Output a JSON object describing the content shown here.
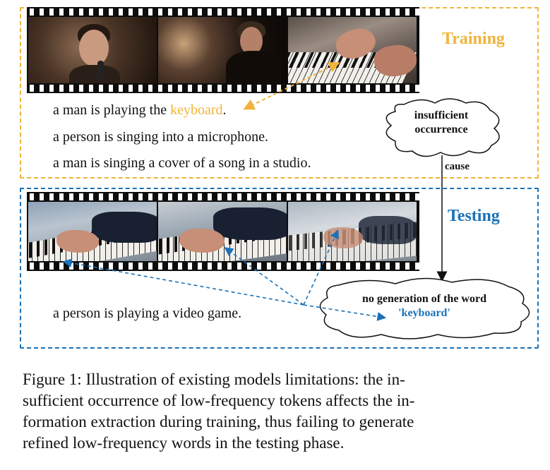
{
  "training": {
    "label": "Training",
    "captions": [
      {
        "before": "a man is playing the ",
        "keyword": "keyboard",
        "after": "."
      },
      {
        "text": "a person is singing into a microphone."
      },
      {
        "text": "a man is singing a cover of a song in a studio."
      }
    ]
  },
  "testing": {
    "label": "Testing",
    "caption": "a person is playing a video game."
  },
  "clouds": {
    "insufficient": {
      "line1": "insufficient",
      "line2": "occurrence"
    },
    "no_generation": {
      "line1": "no generation of the word",
      "line2": "'keyboard'"
    }
  },
  "arrow_label": "cause",
  "colors": {
    "training": "#f0b43a",
    "testing": "#1a72b8",
    "text": "#111111"
  },
  "figure_caption": {
    "lines": [
      "Figure 1: Illustration of existing models limitations: the in-",
      "sufficient occurrence of low-frequency tokens affects the in-",
      "formation extraction during training, thus failing to generate",
      "refined low-frequency words in the testing phase."
    ]
  }
}
